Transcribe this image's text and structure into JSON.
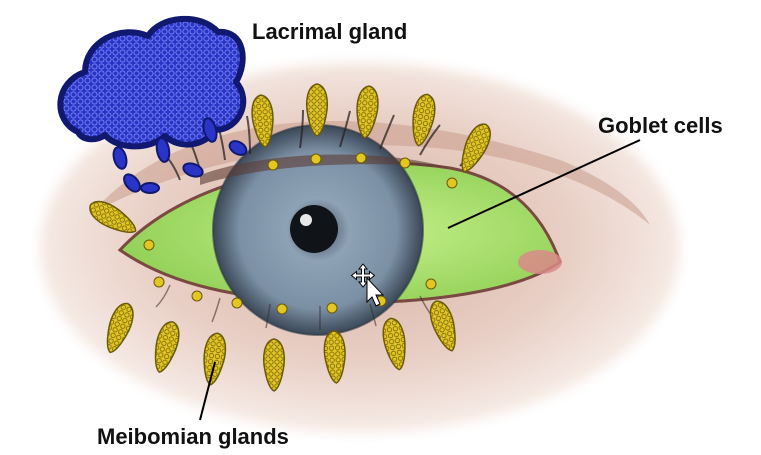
{
  "labels": {
    "lacrimal_gland": "Lacrimal gland",
    "goblet_cells": "Goblet cells",
    "meibomian_glands": "Meibomian glands"
  },
  "colors": {
    "lacrimal": "#2a35c8",
    "lacrimal_dark": "#101870",
    "gland_yellow": "#e2c623",
    "gland_outline": "#6b5a08",
    "conjunctiva_green": "#a9e26a",
    "iris": "#7f93a8",
    "pupil": "#101318",
    "skin": "#e9cfc4"
  },
  "icons": {
    "cursor": "move-cursor-icon"
  }
}
